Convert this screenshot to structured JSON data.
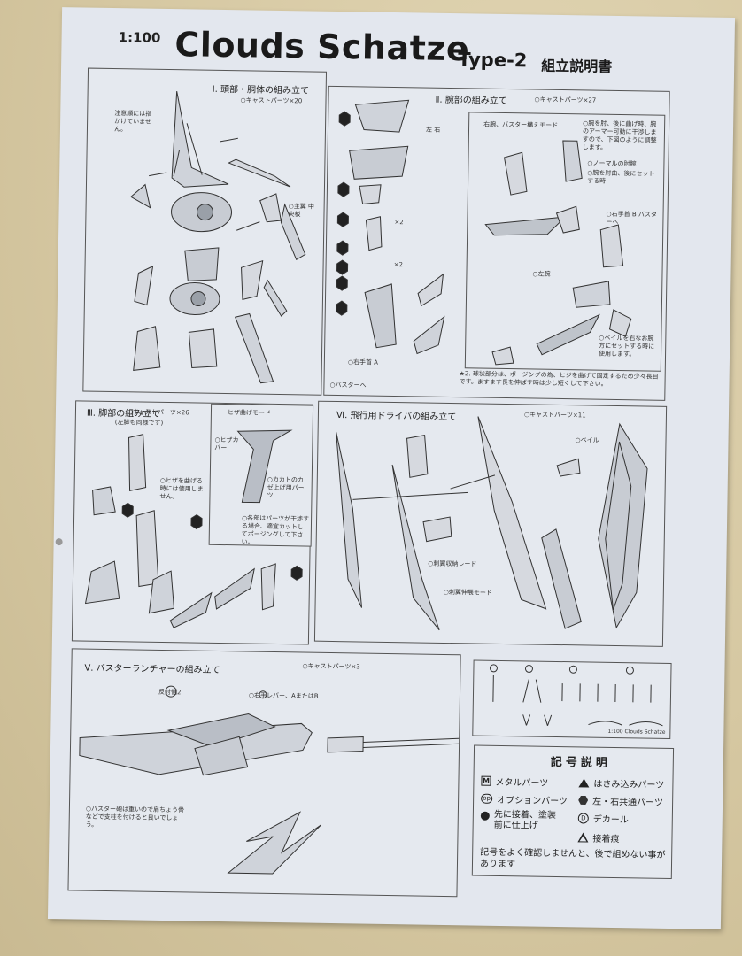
{
  "header": {
    "scale": "1:100",
    "title": "Clouds Schatze",
    "type": "Type-2",
    "subtitle": "組立説明書"
  },
  "sections": {
    "s1": {
      "title": "Ⅰ. 頭部・胴体の組み立て",
      "cast": "○キャストパーツ×20",
      "note_top": "注意順には指かけていません。",
      "note_side": "○主翼 中央板"
    },
    "s2": {
      "title": "Ⅱ. 腕部の組み立て",
      "cast": "○キャストパーツ×27",
      "sub_caption": "右腕、バスター構えモード",
      "note_a": "○腕を肘、後に曲げ時、腕のアーマー可動に干渉しますので、下図のように調整します。",
      "note_b": "○ノーマルの肘腕",
      "note_c": "○腕を肘曲、後にセットする時",
      "note_d": "○右手首 B バスターへ",
      "label_left_arm": "○左腕",
      "note_e": "○ベイルを右なお腕方にセットする時に使用します。",
      "label_hand_a": "○右手首 A",
      "label_buster": "○バスターへ",
      "footnote": "★2. 球状部分は、ポージングの為、ヒジを曲げて固定するため少々長目です。ますます長を伸ばす時は少し短くして下さい。",
      "label_x2a": "×2",
      "label_x2b": "×2",
      "label_lr": "左 右"
    },
    "s3": {
      "title": "Ⅲ. 脚部の組み立て",
      "title2": "(左脚も同様です)",
      "cast": "○キャストパーツ×26",
      "knee_mode": "ヒザ曲げモード",
      "note_knee": "○ヒザを曲げる時には使用しません。",
      "label_hiza": "○ヒザカバー",
      "label_kakato": "○カカトのカゼ上げ用パーツ",
      "note_pose": "○各部はパーツが干渉する場合、適宜カットしてポージングして下さい。"
    },
    "s4": {
      "title": "Ⅵ. 飛行用ドライバの組み立て",
      "cast": "○キャストパーツ×11",
      "label_veil": "○ベイル",
      "label_blade_a": "○刺翼収納レード",
      "label_blade_b": "○刺翼伸展モード"
    },
    "s5": {
      "title": "Ⅴ. バスターランチャーの組み立て",
      "cast": "○キャストパーツ×3",
      "label_reverse": "反対側2",
      "label_lever": "○右手レバー、AまたはB",
      "note_support": "○バスター砲は重いので肩ちょう骨などで支柱を付けると良いでしょう。"
    },
    "runner": {
      "caption": "1:100 Clouds Schatze"
    }
  },
  "legend": {
    "title": "記号説明",
    "metal": "メタルパーツ",
    "metal_sym": "M",
    "insert": "はさみ込みパーツ",
    "option": "オプションパーツ",
    "option_sym": "op",
    "common": "左・右共通パーツ",
    "paint": "先に接着、塗装前に仕上げ",
    "decal": "デカール",
    "decal_sym": "D",
    "glue": "接着痕",
    "warning": "記号をよく確認しませんと、後で組めない事があります"
  }
}
